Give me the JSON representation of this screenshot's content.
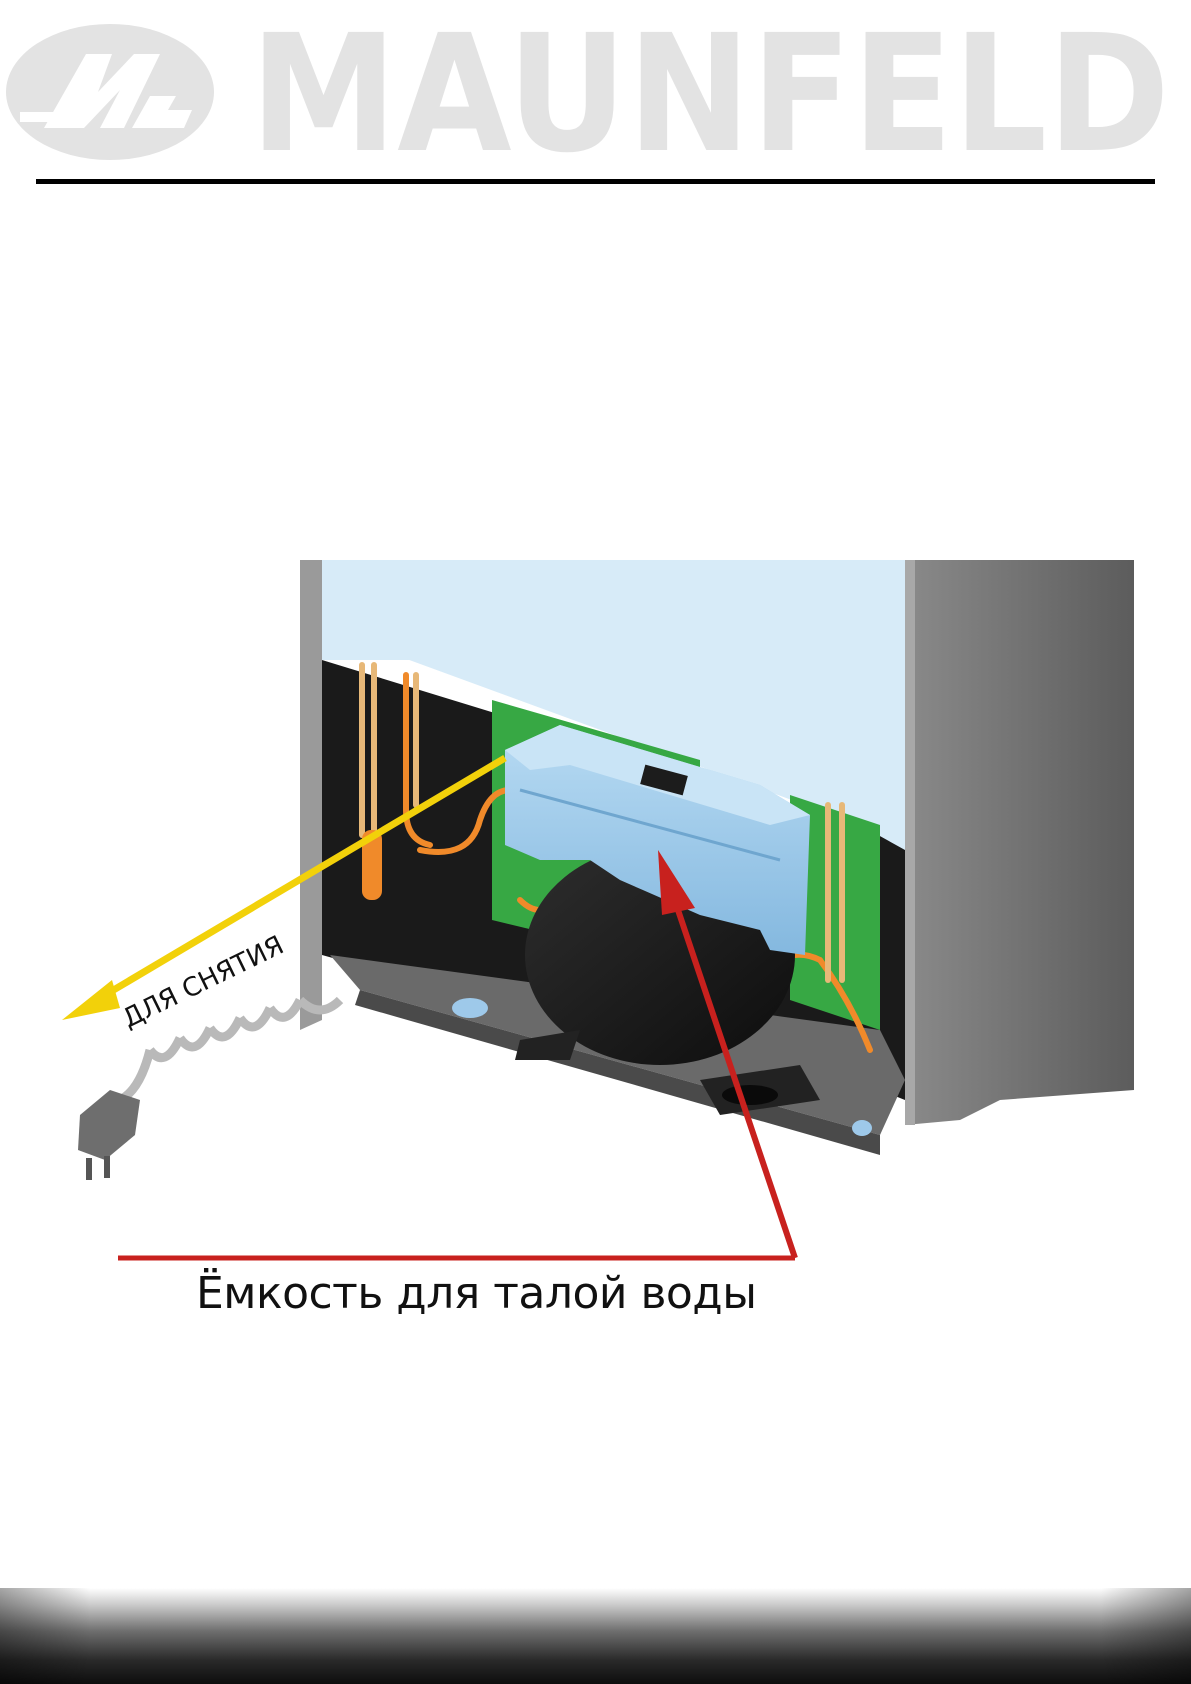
{
  "brand": {
    "name": "MAUNFELD",
    "logo_monogram": "M",
    "logo_color": "#e3e3e3"
  },
  "figure": {
    "removal_label": "ДЛЯ СНЯТИЯ",
    "caption": "Ёмкость для талой воды",
    "colors": {
      "tray": "#9ec9ea",
      "yellow_arrow": "#f2d10a",
      "red_arrow": "#c8211e",
      "pipes": "#f08a2a",
      "board": "#3bb54a"
    }
  }
}
